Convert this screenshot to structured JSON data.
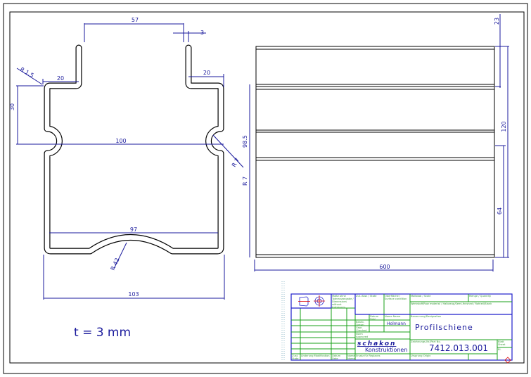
{
  "colors": {
    "outline": "#000000",
    "dimension": "#1a1a9c",
    "titleblock_frame": "#1f1fcc",
    "titleblock_grid": "#1aa01a"
  },
  "profile_view": {
    "dims": {
      "top_width": "57",
      "wall": "3",
      "left_flange": "20",
      "right_flange": "20",
      "flange_radius": "R 1.5",
      "height_30": "30",
      "width_100": "100",
      "bulge_radius": "R 7",
      "width_97": "97",
      "bottom_radius": "R 42",
      "overall_width": "103"
    },
    "thickness_note": "t = 3 mm"
  },
  "side_view": {
    "dims": {
      "length": "600",
      "height": "98.5",
      "top_offset": "23",
      "span_120": "120",
      "span_64": "64",
      "radius": "R 7"
    }
  },
  "title_block": {
    "general_tolerance": "Maße ohne Toleranzangabe / Dimensions without tolerances",
    "surface": "Oberfläche / Surface condition",
    "state": "Zul. Abw. / State",
    "scale": "Maßstab / Scale",
    "quantity": "Menge / Quantity",
    "material": "Werkstoff/Raw material / Halbzeug/Semi-finished / Rohteil/Blank",
    "date": "Datum Date",
    "name": "Name Name",
    "drawn": "Bearb. Drawn",
    "checked": "Gepr. Checked",
    "approved": "Norm Approved",
    "drawn_name": "Holmann",
    "designation_label": "Benennung/Designation",
    "designation": "Profilschiene",
    "company_logo": "schakon",
    "company": "Konstruktionen",
    "part_no_label": "Zeichnungs-Nr./Part No.",
    "part_no": "7412.013.001",
    "sheet": "Blatt Sheet",
    "sheets": "Bl.",
    "rev": "Zust. State",
    "modification": "Änderung Modification",
    "mod_date": "Datum Date",
    "mod_name": "Name Name",
    "replaces": "Ersatz für Replaces",
    "origin": "Ursprung Origin"
  }
}
